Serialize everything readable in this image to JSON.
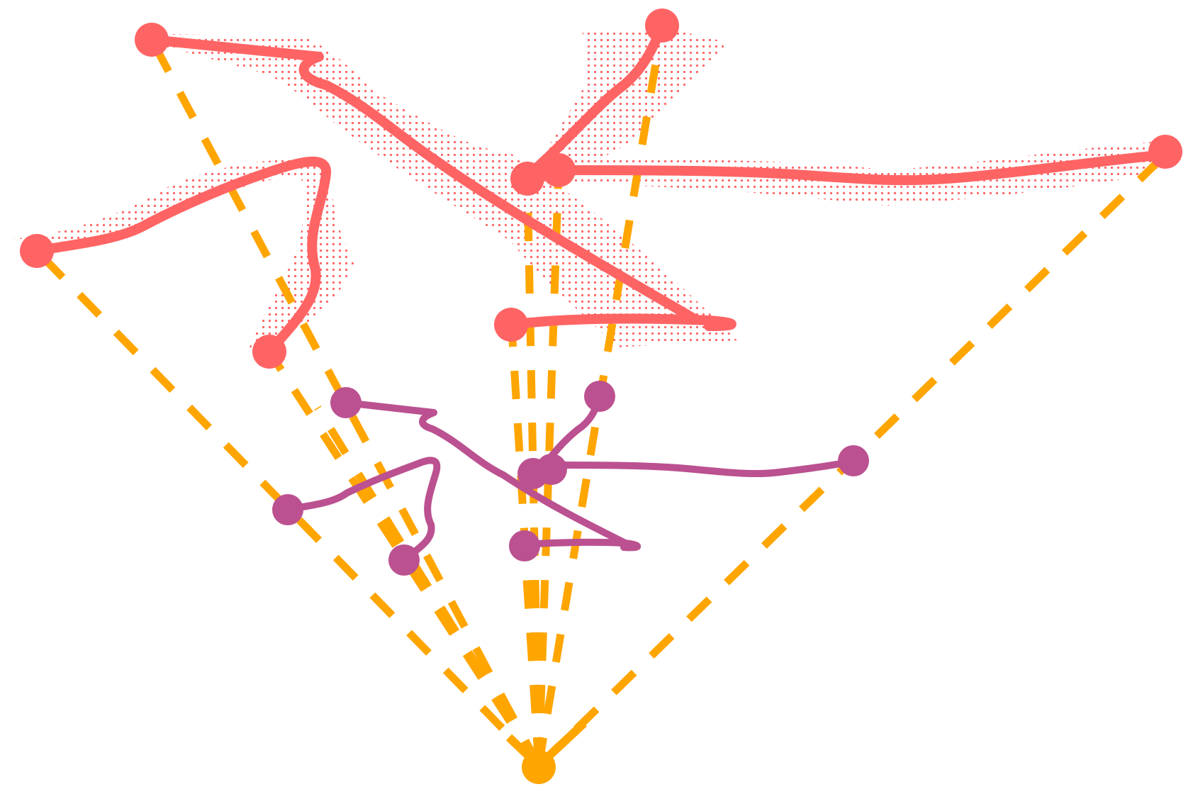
{
  "colors": {
    "background": "#ffffff",
    "upper_strokes": "#ff6464",
    "upper_hatch": "#ff6464",
    "lower_strokes": "#bb5190",
    "rays": "#ffa500",
    "vanishing_point": "#ffa500"
  },
  "diagram": {
    "description_visible_text": "",
    "upper_figure": {
      "stroke_count": 5,
      "has_hatched_shadow": true
    },
    "lower_figure": {
      "stroke_count": 5,
      "has_hatched_shadow": false
    },
    "projection_rays": {
      "count": 10,
      "style": "dashed"
    },
    "vanishing_point": {
      "icon": "filled-circle"
    }
  }
}
